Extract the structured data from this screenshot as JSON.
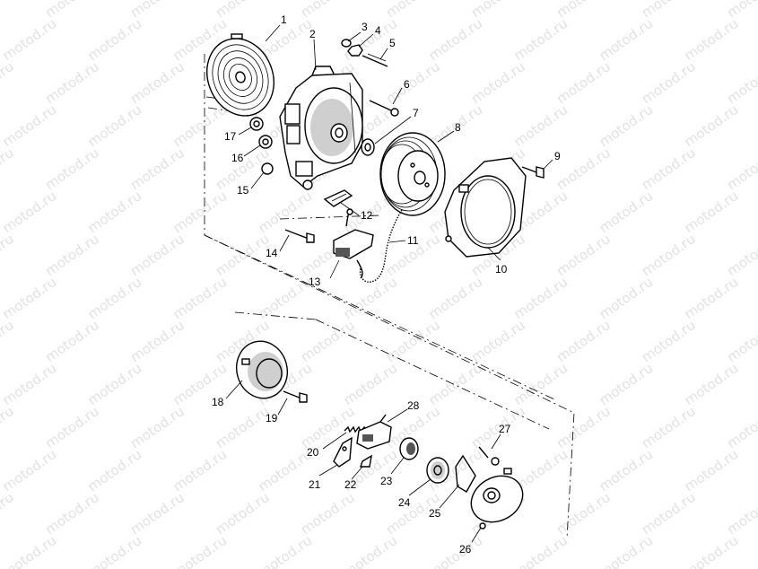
{
  "watermark": "motod.ru",
  "callouts": [
    {
      "id": "1",
      "label": "1"
    },
    {
      "id": "2",
      "label": "2"
    },
    {
      "id": "3",
      "label": "3"
    },
    {
      "id": "4",
      "label": "4"
    },
    {
      "id": "5",
      "label": "5"
    },
    {
      "id": "6",
      "label": "6"
    },
    {
      "id": "7",
      "label": "7"
    },
    {
      "id": "8",
      "label": "8"
    },
    {
      "id": "9",
      "label": "9"
    },
    {
      "id": "10",
      "label": "10"
    },
    {
      "id": "11",
      "label": "11"
    },
    {
      "id": "12",
      "label": "12"
    },
    {
      "id": "13",
      "label": "13"
    },
    {
      "id": "14",
      "label": "14"
    },
    {
      "id": "15",
      "label": "15"
    },
    {
      "id": "16",
      "label": "16"
    },
    {
      "id": "17",
      "label": "17"
    },
    {
      "id": "18",
      "label": "18"
    },
    {
      "id": "19",
      "label": "19"
    },
    {
      "id": "20",
      "label": "20"
    },
    {
      "id": "21",
      "label": "21"
    },
    {
      "id": "22",
      "label": "22"
    },
    {
      "id": "23",
      "label": "23"
    },
    {
      "id": "24",
      "label": "24"
    },
    {
      "id": "25",
      "label": "25"
    },
    {
      "id": "26",
      "label": "26"
    },
    {
      "id": "27",
      "label": "27"
    },
    {
      "id": "28",
      "label": "28"
    }
  ]
}
